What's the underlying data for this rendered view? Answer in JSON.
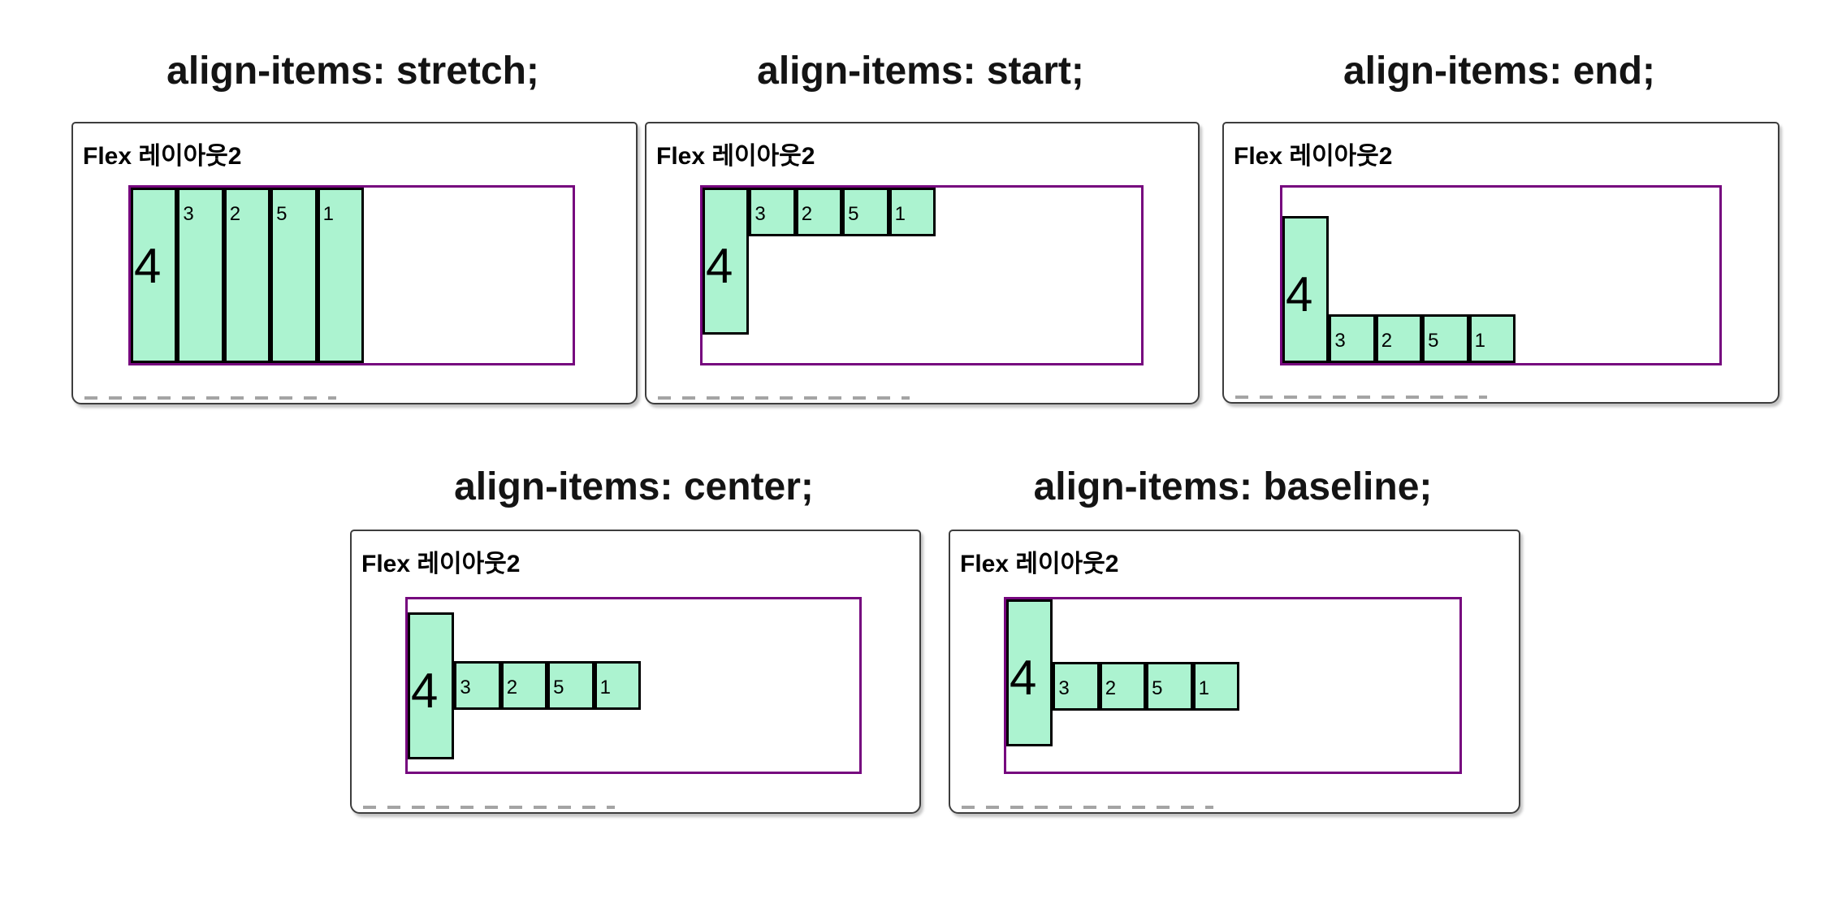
{
  "colors": {
    "item_fill": "#acf3d0",
    "item_border": "#000000",
    "container_border": "#76077e",
    "window_border": "#3d3d3d",
    "title_color": "#141414"
  },
  "items": [
    {
      "label": "4",
      "big": true
    },
    {
      "label": "3",
      "big": false
    },
    {
      "label": "2",
      "big": false
    },
    {
      "label": "5",
      "big": false
    },
    {
      "label": "1",
      "big": false
    }
  ],
  "panels": [
    {
      "title": "align-items: stretch;",
      "align": "stretch",
      "window_label": "Flex 레이아웃2"
    },
    {
      "title": "align-items: start;",
      "align": "start",
      "window_label": "Flex 레이아웃2"
    },
    {
      "title": "align-items: end;",
      "align": "end",
      "window_label": "Flex 레이아웃2"
    },
    {
      "title": "align-items: center;",
      "align": "center",
      "window_label": "Flex 레이아웃2"
    },
    {
      "title": "align-items: baseline;",
      "align": "baseline",
      "window_label": "Flex 레이아웃2"
    }
  ]
}
